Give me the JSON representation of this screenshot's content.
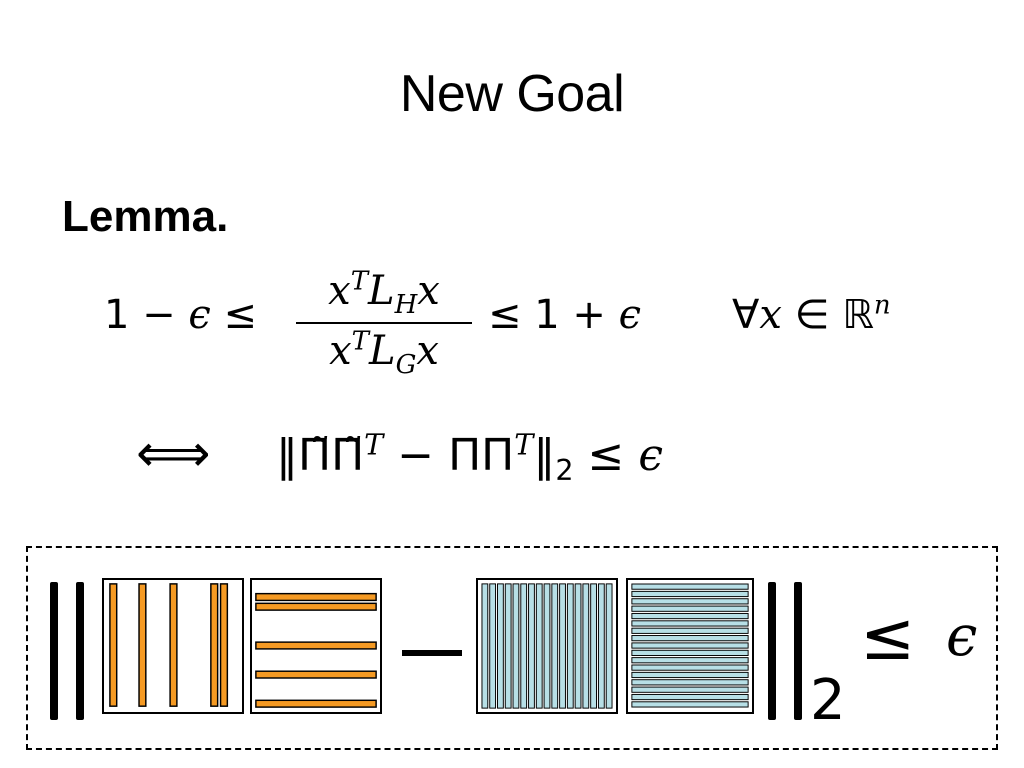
{
  "slide": {
    "title": "New Goal",
    "lemma_label": "Lemma."
  },
  "equation1": {
    "lhs": "1 − ϵ ≤",
    "numerator": "xTLHx",
    "denominator": "xTLGx",
    "rhs": "≤ 1 + ϵ",
    "quantifier": "∀x ∈ ℝn"
  },
  "equation2": {
    "iff": "⟺",
    "expression": "‖Π̃Π̃T − ΠΠT‖2 ≤ ϵ"
  },
  "figure": {
    "subscript": "2",
    "leq": "≤",
    "epsilon": "ϵ",
    "colors": {
      "orange_bar": "#f59a23",
      "blue_bar": "#b7dfe6",
      "outline": "#000000"
    }
  }
}
